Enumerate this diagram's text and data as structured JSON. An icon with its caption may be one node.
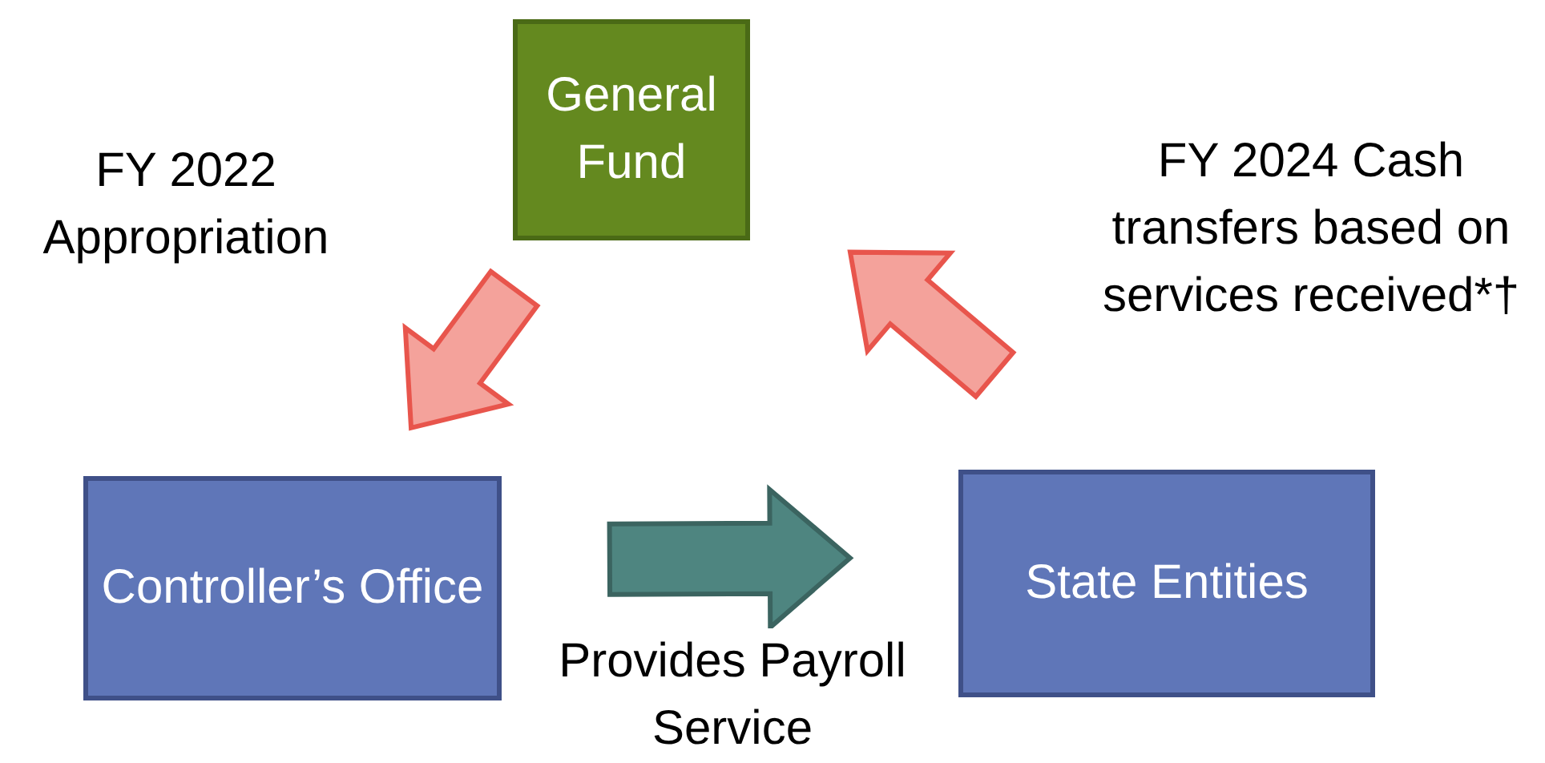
{
  "diagram": {
    "nodes": [
      {
        "text": [
          "General Fund"
        ]
      },
      {
        "text": [
          "Controller’s Office"
        ]
      },
      {
        "text": [
          "State Entities"
        ]
      }
    ],
    "edges": [
      {
        "from": 0,
        "to": 1,
        "arrow": "to",
        "label": "FY 2022 Appropriation"
      },
      {
        "from": 2,
        "to": 0,
        "arrow": "to",
        "label": "FY 2024 Cash transfers based on services received*†"
      },
      {
        "from": 1,
        "to": 2,
        "arrow": "to",
        "label": "Provides Payroll Service",
        "color": "#4e8580"
      }
    ]
  }
}
